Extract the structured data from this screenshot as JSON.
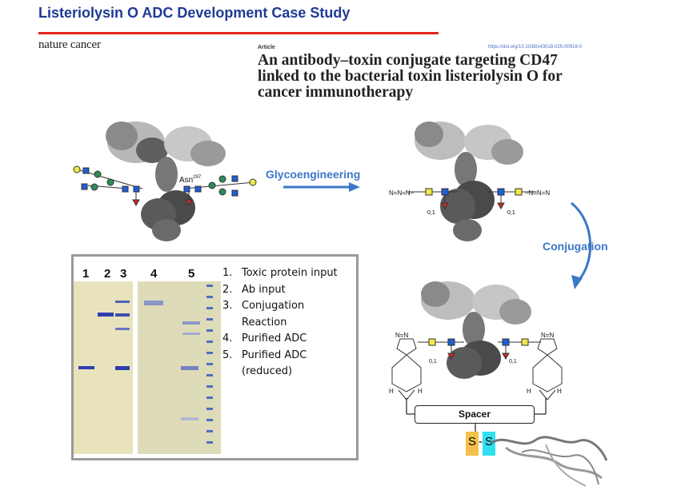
{
  "slide": {
    "title": "Listeriolysin O ADC Development Case Study"
  },
  "article": {
    "journal": "nature cancer",
    "tag": "Article",
    "doi": "https://doi.org/10.1038/s43018-025-00919-0",
    "headline_lines": [
      "An antibody–toxin conjugate targeting CD47",
      "linked to the bacterial toxin listeriolysin O for",
      "cancer immunotherapy"
    ]
  },
  "process": {
    "step1_label": "Glycoengineering",
    "step2_label": "Conjugation",
    "asn_label": "Asn",
    "asn_number": "297",
    "occupancy_label": "0,1",
    "spacer_label": "Spacer",
    "ss_left": "S",
    "ss_dash": "-",
    "ss_right": "S",
    "hydrogen": "H"
  },
  "gel": {
    "lanes": [
      "1",
      "2",
      "3",
      "4",
      "5"
    ],
    "legend": [
      {
        "num": "1.",
        "text": "Toxic protein input"
      },
      {
        "num": "2.",
        "text": "Ab input"
      },
      {
        "num": "3.",
        "text": "Conjugation Reaction"
      },
      {
        "num": "4.",
        "text": "Purified ADC"
      },
      {
        "num": "5.",
        "text": "Purified ADC (reduced)"
      }
    ]
  },
  "colors": {
    "title": "#1f3a93",
    "rule": "#e2231a",
    "arrow": "#3b78c7",
    "band": "#2f3fae",
    "glcnac": "#1f5fd6",
    "mannose": "#2e8b57",
    "galactose": "#f2e84a",
    "fucose": "#d8261b",
    "ss_left": "#f3c24a",
    "ss_right": "#2ee0f0"
  },
  "icons": [
    "antibody-structure",
    "toxin-ribbon",
    "arrow-right",
    "arrow-curved-down"
  ]
}
